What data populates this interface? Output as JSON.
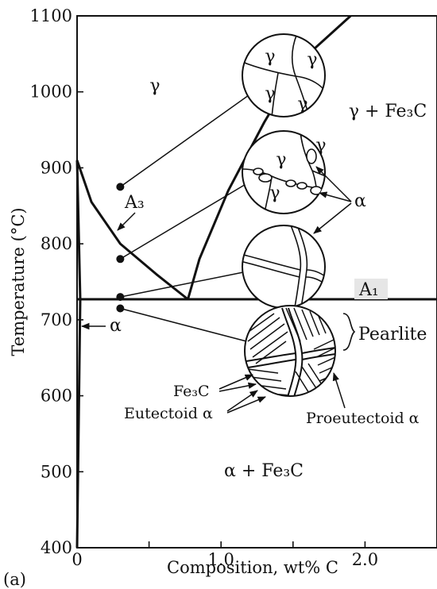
{
  "figure": {
    "panel_label": "(a)",
    "x_axis": {
      "label": "Composition, wt% C",
      "range": [
        0,
        2.5
      ],
      "ticks": [
        {
          "value": 0,
          "label": "0"
        },
        {
          "value": 1.0,
          "label": "1.0"
        },
        {
          "value": 2.0,
          "label": "2.0"
        }
      ]
    },
    "y_axis": {
      "label": "Temperature (°C)",
      "range": [
        400,
        1100
      ],
      "ticks": [
        {
          "value": 400,
          "label": "400"
        },
        {
          "value": 500,
          "label": "500"
        },
        {
          "value": 600,
          "label": "600"
        },
        {
          "value": 700,
          "label": "700"
        },
        {
          "value": 800,
          "label": "800"
        },
        {
          "value": 900,
          "label": "900"
        },
        {
          "value": 1000,
          "label": "1000"
        },
        {
          "value": 1100,
          "label": "1100"
        }
      ]
    },
    "region_labels": {
      "gamma": "γ",
      "gamma_fe3c": "γ + Fe₃C",
      "alpha_fe3c": "α + Fe₃C",
      "alpha": "α"
    },
    "line_labels": {
      "a3": "A₃",
      "a1": "A₁"
    },
    "phase_boundaries": [
      {
        "name": "A3",
        "points": [
          [
            0,
            910
          ],
          [
            0.1,
            855
          ],
          [
            0.3,
            800
          ],
          [
            0.55,
            760
          ],
          [
            0.77,
            727
          ]
        ]
      },
      {
        "name": "A1",
        "points": [
          [
            0,
            727
          ],
          [
            2.5,
            727
          ]
        ]
      },
      {
        "name": "Acm",
        "points": [
          [
            0.77,
            727
          ],
          [
            0.85,
            780
          ],
          [
            1.05,
            870
          ],
          [
            1.3,
            960
          ],
          [
            1.55,
            1040
          ],
          [
            1.9,
            1100
          ]
        ]
      },
      {
        "name": "alpha-solvus",
        "points": [
          [
            0,
            910
          ],
          [
            0.022,
            727
          ],
          [
            0.0,
            400
          ]
        ]
      }
    ],
    "composition_points": [
      {
        "composition": 0.3,
        "temperature": 875
      },
      {
        "composition": 0.3,
        "temperature": 780
      },
      {
        "composition": 0.3,
        "temperature": 730
      },
      {
        "composition": 0.3,
        "temperature": 715
      }
    ],
    "microstructures": {
      "m1": {
        "grain_label": "γ"
      },
      "m2": {
        "grain_label": "γ",
        "alpha_label": "α"
      },
      "m4": {
        "pearlite": "Pearlite",
        "fe3c": "Fe₃C",
        "eutectoid": "Eutectoid α",
        "proeutectoid": "Proeutectoid α"
      }
    }
  }
}
